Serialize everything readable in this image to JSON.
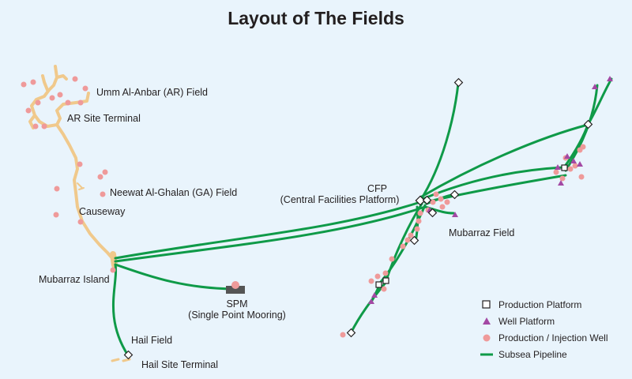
{
  "title": "Layout of The Fields",
  "labels": {
    "ar_field": "Umm Al-Anbar (AR) Field",
    "ar_terminal": "AR Site Terminal",
    "ga_field": "Neewat Al-Ghalan (GA) Field",
    "causeway": "Causeway",
    "mubarraz_island": "Mubarraz Island",
    "cfp_line1": "CFP",
    "cfp_line2": "(Central Facilities Platform)",
    "mubarraz_field": "Mubarraz Field",
    "spm_line1": "SPM",
    "spm_line2": "(Single Point Mooring)",
    "hail_field": "Hail Field",
    "hail_terminal": "Hail Site Terminal"
  },
  "legend": [
    {
      "key": "production-platform",
      "label": "Production Platform"
    },
    {
      "key": "well-platform",
      "label": "Well Platform"
    },
    {
      "key": "production-injection-well",
      "label": "Production / Injection Well"
    },
    {
      "key": "subsea-pipeline",
      "label": "Subsea Pipeline"
    }
  ],
  "colors": {
    "background": "#e9f4fc",
    "pipeline": "#0f9a48",
    "land": "#f0c98c",
    "well": "#ef9a9a",
    "well_platform": "#a349a4",
    "spm": "#555555"
  }
}
